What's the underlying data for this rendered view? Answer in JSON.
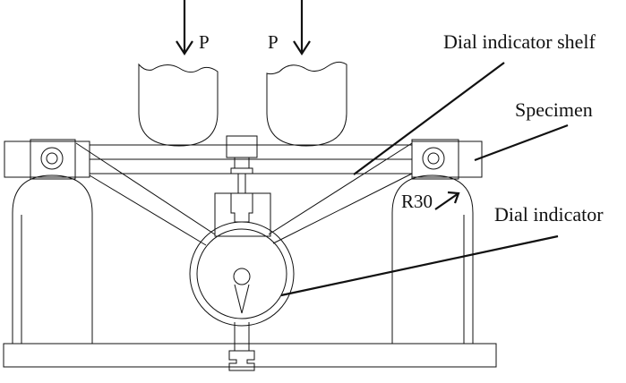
{
  "figure": {
    "labels": {
      "load_left": "P",
      "load_right": "P",
      "dial_indicator_shelf": "Dial indicator shelf",
      "specimen": "Specimen",
      "support_radius": "R30",
      "dial_indicator": "Dial indicator"
    },
    "colors": {
      "line": "#111111",
      "background": "#ffffff"
    }
  }
}
